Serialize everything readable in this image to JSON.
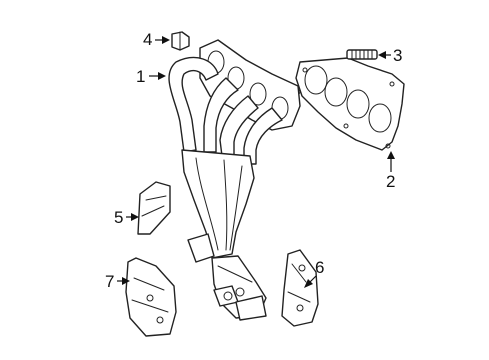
{
  "callouts": [
    {
      "id": "exhaust-manifold",
      "label": "1"
    },
    {
      "id": "manifold-gasket",
      "label": "2"
    },
    {
      "id": "manifold-stud",
      "label": "3"
    },
    {
      "id": "manifold-nut",
      "label": "4"
    },
    {
      "id": "heat-shield-upper",
      "label": "5"
    },
    {
      "id": "heat-shield-right",
      "label": "6"
    },
    {
      "id": "heat-shield-lower",
      "label": "7"
    }
  ]
}
